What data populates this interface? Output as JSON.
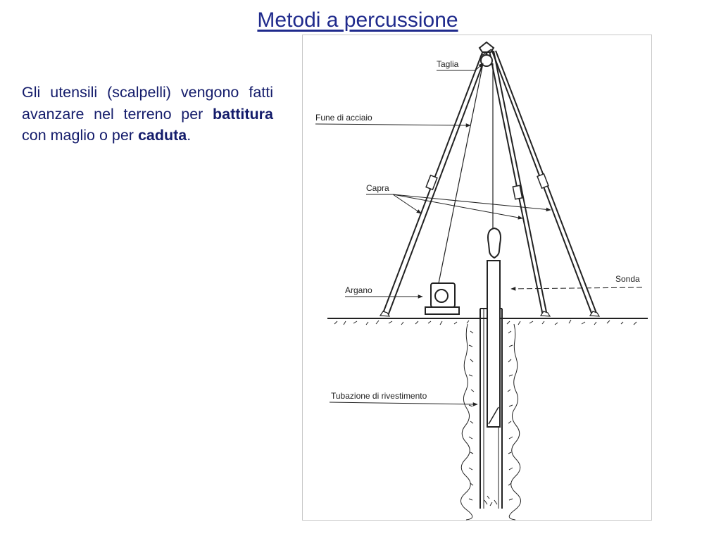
{
  "slide": {
    "title": "Metodi a percussione",
    "body": {
      "part1": "Gli utensili (scalpelli) vengono fatti avanzare nel terreno per ",
      "bold1": "battitura",
      "part2": " con maglio o per ",
      "bold2": "caduta",
      "part3": "."
    }
  },
  "diagram": {
    "labels": {
      "taglia": "Taglia",
      "fune": "Fune di acciaio",
      "capra": "Capra",
      "sonda": "Sonda",
      "argano": "Argano",
      "tubazione": "Tubazione di rivestimento"
    }
  },
  "colors": {
    "title": "#1f2a8c",
    "text": "#141c6b",
    "drawing": "#222222"
  }
}
